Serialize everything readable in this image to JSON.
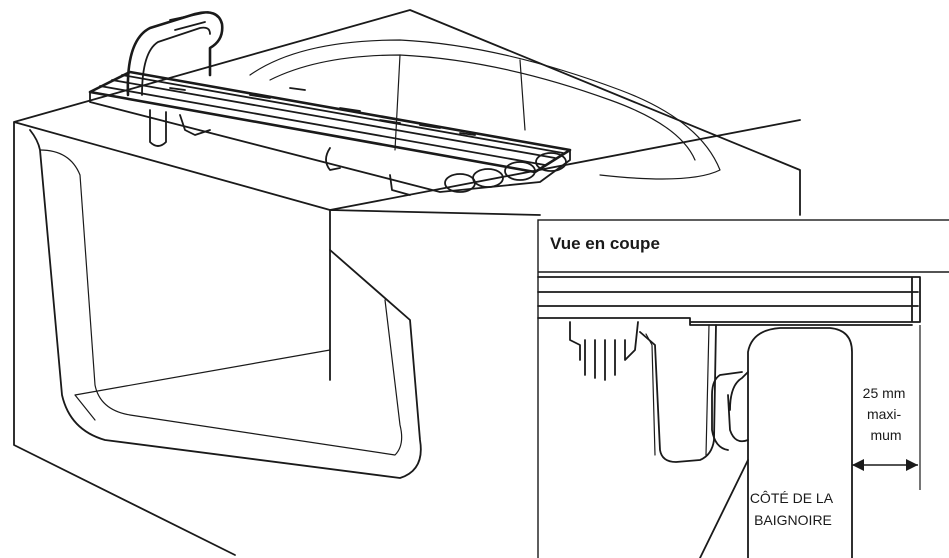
{
  "inset": {
    "title": "Vue en coupe",
    "gap_label": [
      "25 mm",
      "maxi-",
      "mum"
    ],
    "side_label": [
      "CÔTÉ DE LA",
      "BAIGNOIRE"
    ]
  }
}
